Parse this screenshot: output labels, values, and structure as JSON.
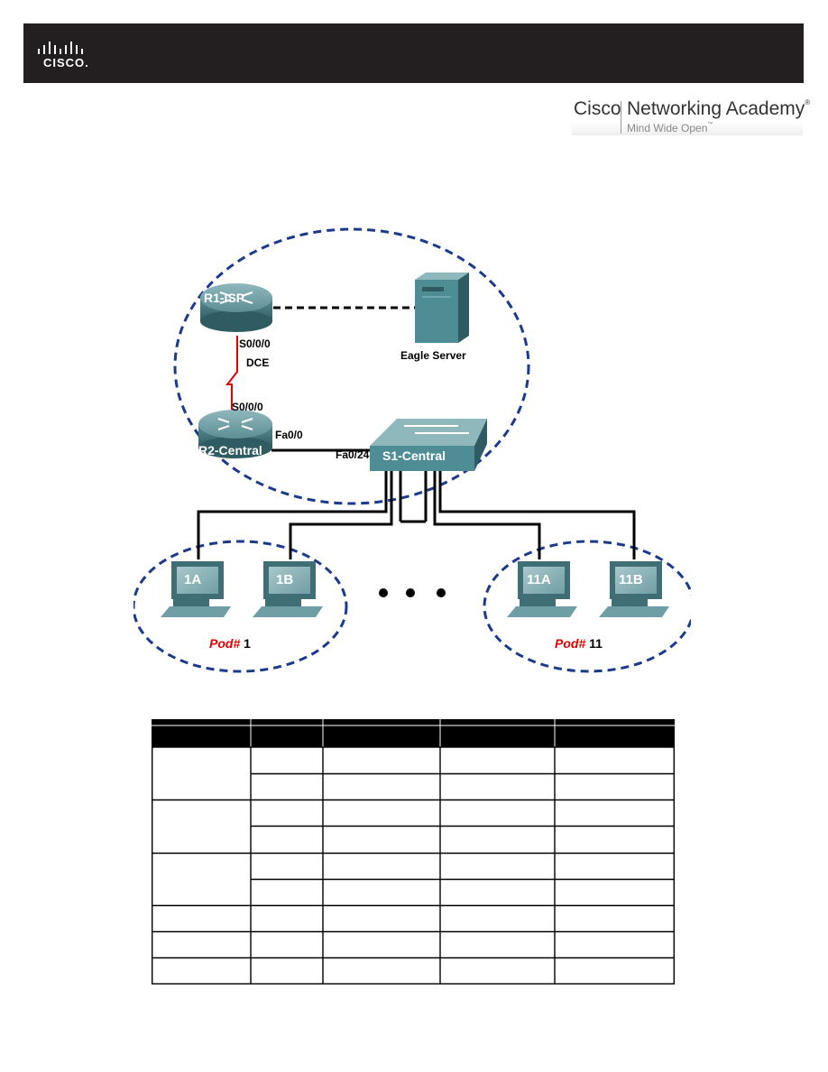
{
  "header": {
    "logo_text": "CISCO.",
    "academy_brand": "Cisco",
    "academy_name": "Networking Academy",
    "academy_registered": "®",
    "academy_tagline": "Mind Wide Open",
    "academy_tm": "™"
  },
  "diagram": {
    "devices": {
      "r1": "R1-ISP",
      "r2": "R2-Central",
      "s1": "S1-Central",
      "server": "Eagle Server",
      "pc_1a": "1A",
      "pc_1b": "1B",
      "pc_11a": "11A",
      "pc_11b": "11B"
    },
    "interfaces": {
      "r1_serial": "S0/0/0",
      "r1_dce": "DCE",
      "r2_serial": "S0/0/0",
      "r2_fa": "Fa0/0",
      "s1_fa": "Fa0/24"
    },
    "pods": [
      {
        "word": "Pod#",
        "number": "1"
      },
      {
        "word": "Pod#",
        "number": "11"
      }
    ],
    "ellipsis": "• • •",
    "colors": {
      "dashed_boundary": "#1b3a8c",
      "serial_link": "#e00000",
      "router": "#5d8f95",
      "switch": "#5d9aa0",
      "server": "#4f8d95",
      "pod_label": "#e00000"
    }
  },
  "table": {
    "header_rows": 2,
    "columns": 5,
    "body_rows": 9,
    "merged_row_pairs": [
      [
        0,
        1
      ],
      [
        2,
        3
      ],
      [
        4,
        5
      ]
    ]
  }
}
